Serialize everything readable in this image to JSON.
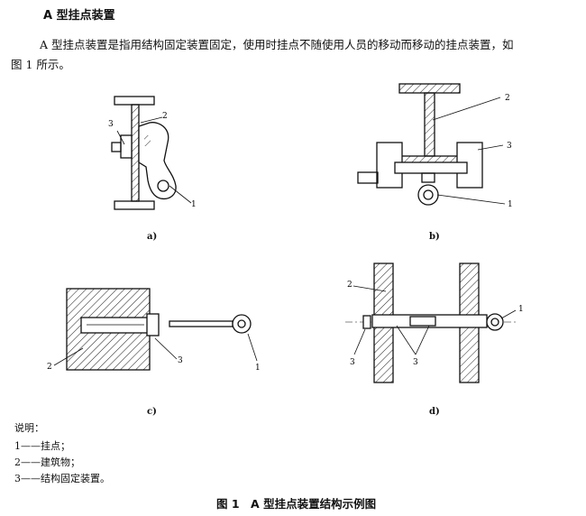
{
  "heading": "A 型挂点装置",
  "paragraph": {
    "line1": "A 型挂点装置是指用结构固定装置固定，使用时挂点不随使用人员的移动而移动的挂点装置，如",
    "line2": "图 1 所示。"
  },
  "diagrams": {
    "a": {
      "caption": "a)",
      "labels": [
        "3",
        "2",
        "1"
      ]
    },
    "b": {
      "caption": "b)",
      "labels": [
        "2",
        "3",
        "1"
      ]
    },
    "c": {
      "caption": "c)",
      "labels": [
        "2",
        "3",
        "1"
      ]
    },
    "d": {
      "caption": "d)",
      "labels": [
        "2",
        "1",
        "3",
        "3"
      ]
    }
  },
  "legend": {
    "title": "说明：",
    "items": [
      "1——挂点；",
      "2——建筑物；",
      "3——结构固定装置。"
    ]
  },
  "figure_title": "图 1　A 型挂点装置结构示例图"
}
